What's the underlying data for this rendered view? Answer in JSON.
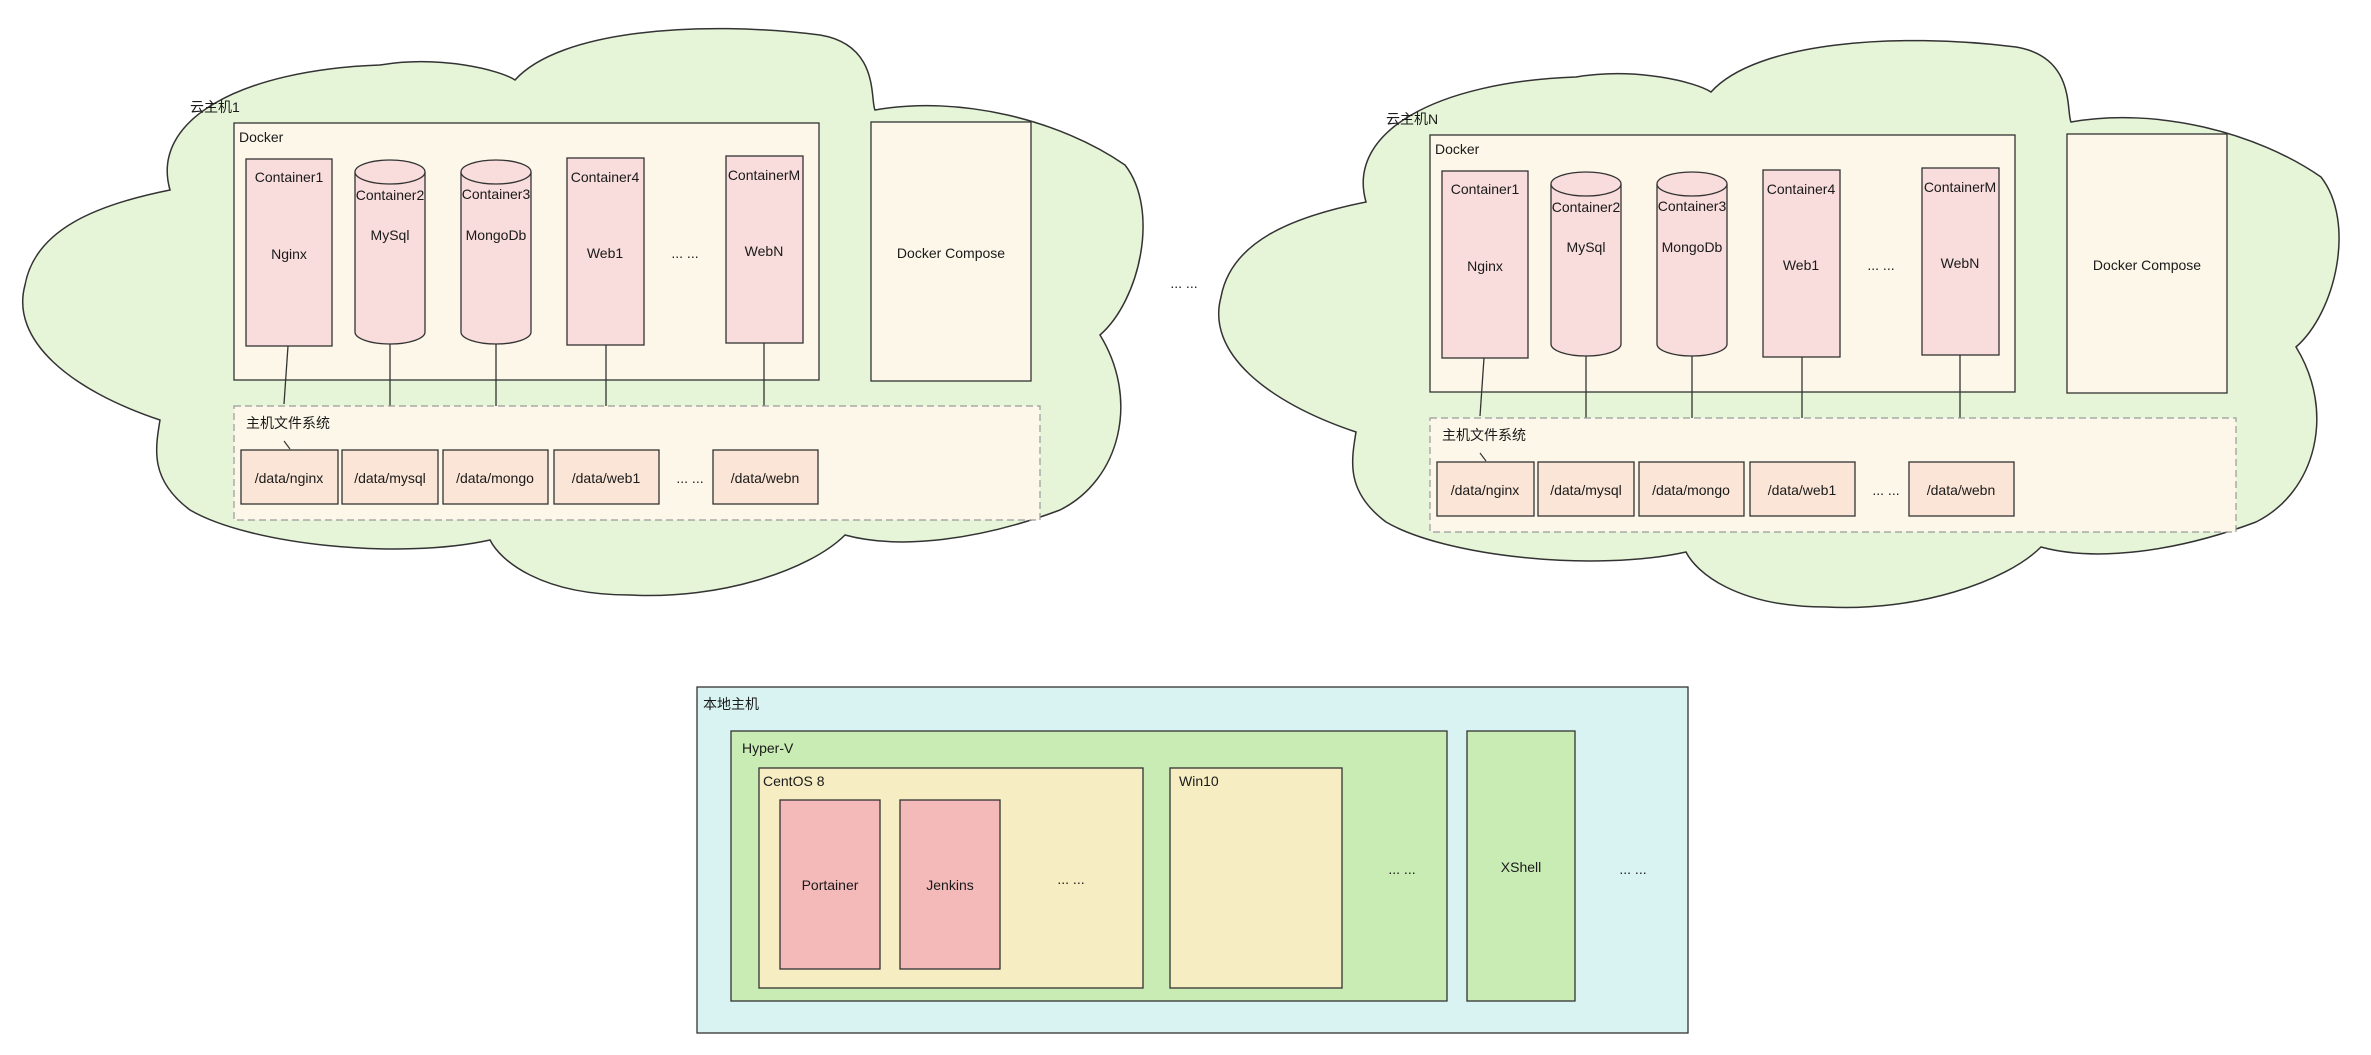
{
  "cloud_hosts": [
    {
      "title": "云主机1",
      "docker_label": "Docker",
      "containers": [
        {
          "name": "Container1",
          "service": "Nginx"
        },
        {
          "name": "Container2",
          "service": "MySql"
        },
        {
          "name": "Container3",
          "service": "MongoDb"
        },
        {
          "name": "Container4",
          "service": "Web1"
        },
        {
          "name": "ContainerM",
          "service": "WebN"
        }
      ],
      "container_ellipsis": "... ...",
      "compose_label": "Docker Compose",
      "fs_label": "主机文件系统",
      "paths": [
        "/data/nginx",
        "/data/mysql",
        "/data/mongo",
        "/data/web1",
        "/data/webn"
      ],
      "path_ellipsis": "... ..."
    },
    {
      "title": "云主机N",
      "docker_label": "Docker",
      "containers": [
        {
          "name": "Container1",
          "service": "Nginx"
        },
        {
          "name": "Container2",
          "service": "MySql"
        },
        {
          "name": "Container3",
          "service": "MongoDb"
        },
        {
          "name": "Container4",
          "service": "Web1"
        },
        {
          "name": "ContainerM",
          "service": "WebN"
        }
      ],
      "container_ellipsis": "... ...",
      "compose_label": "Docker Compose",
      "fs_label": "主机文件系统",
      "paths": [
        "/data/nginx",
        "/data/mysql",
        "/data/mongo",
        "/data/web1",
        "/data/webn"
      ],
      "path_ellipsis": "... ..."
    }
  ],
  "between_hosts_ellipsis": "... ...",
  "local_host": {
    "title": "本地主机",
    "hyperv": {
      "title": "Hyper-V",
      "centos": {
        "title": "CentOS 8",
        "apps": [
          "Portainer",
          "Jenkins"
        ],
        "ellipsis": "... ..."
      },
      "win10": {
        "title": "Win10"
      },
      "ellipsis": "... ..."
    },
    "xshell": "XShell",
    "ellipsis": "... ..."
  },
  "colors": {
    "cloud_fill": "#e6f5d8",
    "docker_fill": "#fcf7e8",
    "container_fill": "#f9dcdc",
    "path_fill": "#fbe5d6",
    "local_fill": "#d9f3f3",
    "hyperv_fill": "#c9ebb4",
    "centos_fill": "#f6edc3",
    "app_fill": "#f4b9b9",
    "stroke": "#333333"
  }
}
